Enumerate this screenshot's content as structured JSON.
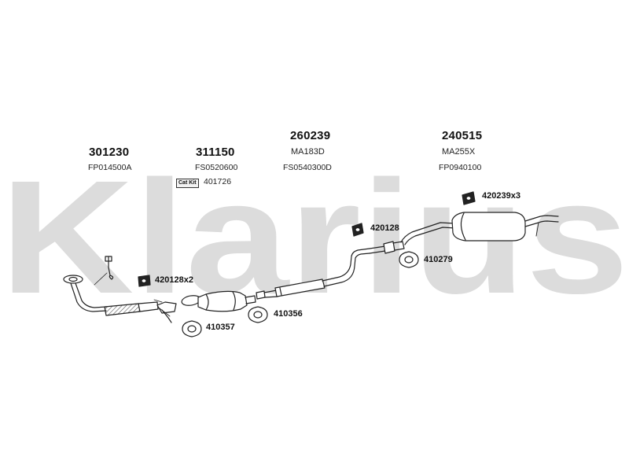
{
  "watermark": {
    "brand": "Klarius",
    "color": "#dcdcdc"
  },
  "parts": [
    {
      "number": "301230",
      "code": "FP014500A"
    },
    {
      "number": "311150",
      "code": "FS0520600",
      "badge": "Cat Kit",
      "extra": "401726"
    },
    {
      "number": "260239",
      "secondary": "MA183D",
      "code": "FS0540300D"
    },
    {
      "number": "240515",
      "secondary": "MA255X",
      "code": "FP0940100"
    }
  ],
  "fittings": [
    {
      "label": "420128x2"
    },
    {
      "label": "410357"
    },
    {
      "label": "410356"
    },
    {
      "label": "420128"
    },
    {
      "label": "410279"
    },
    {
      "label": "420239x3"
    }
  ],
  "colors": {
    "line": "#222222",
    "fill": "#ffffff",
    "hatch": "#555555"
  }
}
